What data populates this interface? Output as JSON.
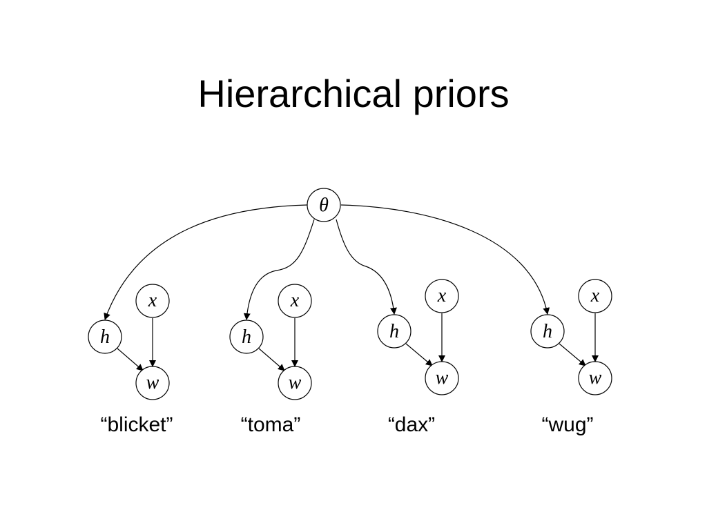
{
  "title": "Hierarchical priors",
  "root_node": {
    "label": "θ"
  },
  "groups": [
    {
      "h_label": "h",
      "x_label": "x",
      "w_label": "w",
      "caption": "“blicket”"
    },
    {
      "h_label": "h",
      "x_label": "x",
      "w_label": "w",
      "caption": "“toma”"
    },
    {
      "h_label": "h",
      "x_label": "x",
      "w_label": "w",
      "caption": "“dax”"
    },
    {
      "h_label": "h",
      "x_label": "x",
      "w_label": "w",
      "caption": "“wug”"
    }
  ]
}
